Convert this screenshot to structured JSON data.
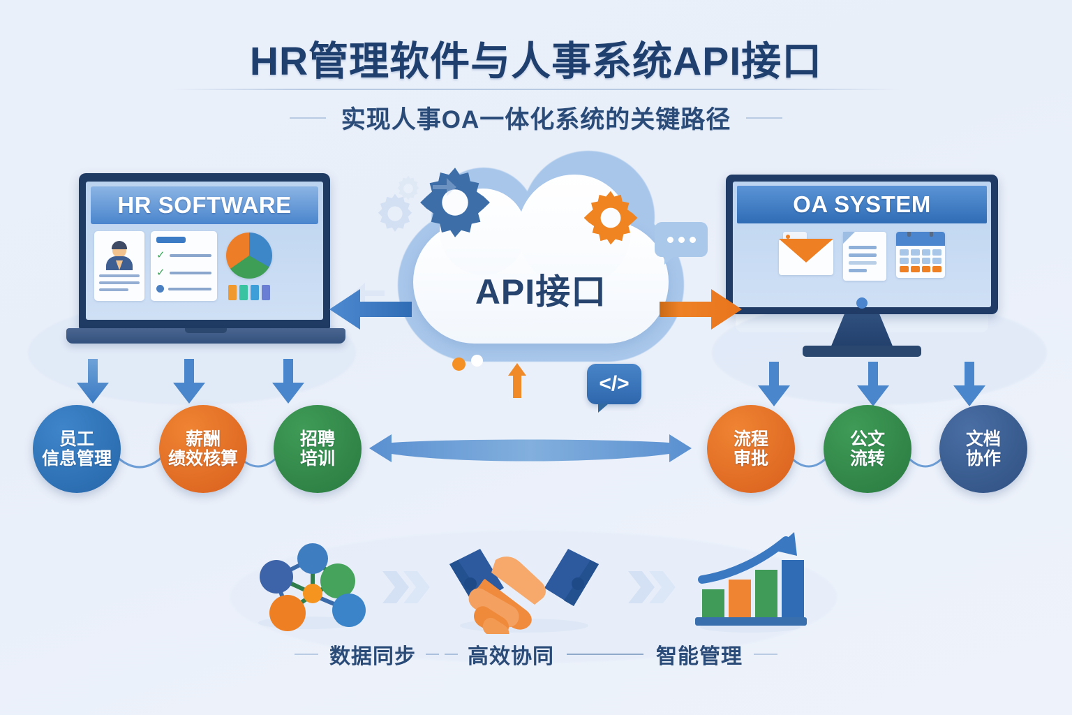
{
  "header": {
    "title": "HR管理软件与人事系统API接口",
    "subtitle": "实现人事OA一体化系统的关键路径"
  },
  "left_device": {
    "type": "laptop",
    "screen_title": "HR SOFTWARE",
    "widgets": [
      "employee-profile-card",
      "task-checklist-card",
      "pie-chart",
      "color-bar-legend"
    ],
    "bar_colors": [
      "#f0992e",
      "#3ac3a0",
      "#3d9ed8",
      "#6a7fd4"
    ],
    "pie_colors": [
      "#3d86c8",
      "#3f9e55",
      "#ed7d27"
    ]
  },
  "right_device": {
    "type": "desktop-monitor",
    "screen_title": "OA SYSTEM",
    "widgets": [
      "mail-envelope",
      "document",
      "calendar"
    ]
  },
  "center": {
    "cloud_label": "API接口",
    "gear_primary_color": "#3d6ea8",
    "gear_secondary_color": "#ef8421",
    "code_badge": "</>",
    "arrow_left_color": "#2f6cb5",
    "arrow_right_color": "#e87722",
    "bidirectional_arrow_color": "#5d93d3"
  },
  "left_circles": [
    {
      "line1": "员工",
      "line2": "信息管理",
      "color": "#2566a8"
    },
    {
      "line1": "薪酬",
      "line2": "绩效核算",
      "color": "#d95f1c"
    },
    {
      "line1": "招聘",
      "line2": "培训",
      "color": "#2a7a3f"
    }
  ],
  "right_circles": [
    {
      "line1": "流程",
      "line2": "审批",
      "color": "#d95f1c"
    },
    {
      "line1": "公文",
      "line2": "流转",
      "color": "#2a7a3f"
    },
    {
      "line1": "文档",
      "line2": "协作",
      "color": "#2e4f80"
    }
  ],
  "bottom": {
    "items": [
      {
        "icon": "network-nodes-icon",
        "label": "数据同步"
      },
      {
        "icon": "handshake-icon",
        "label": "高效协同"
      },
      {
        "icon": "growth-bar-chart-icon",
        "label": "智能管理"
      }
    ],
    "chart_icon_bar_colors": [
      "#3f9b57",
      "#ef8433",
      "#3f9b57",
      "#2f6cb5"
    ]
  },
  "theme": {
    "background": "#e9eff9",
    "title_color": "#1f3f6e",
    "accent_blue": "#2f6cb5",
    "accent_orange": "#e87722",
    "accent_green": "#2a7a3f"
  }
}
